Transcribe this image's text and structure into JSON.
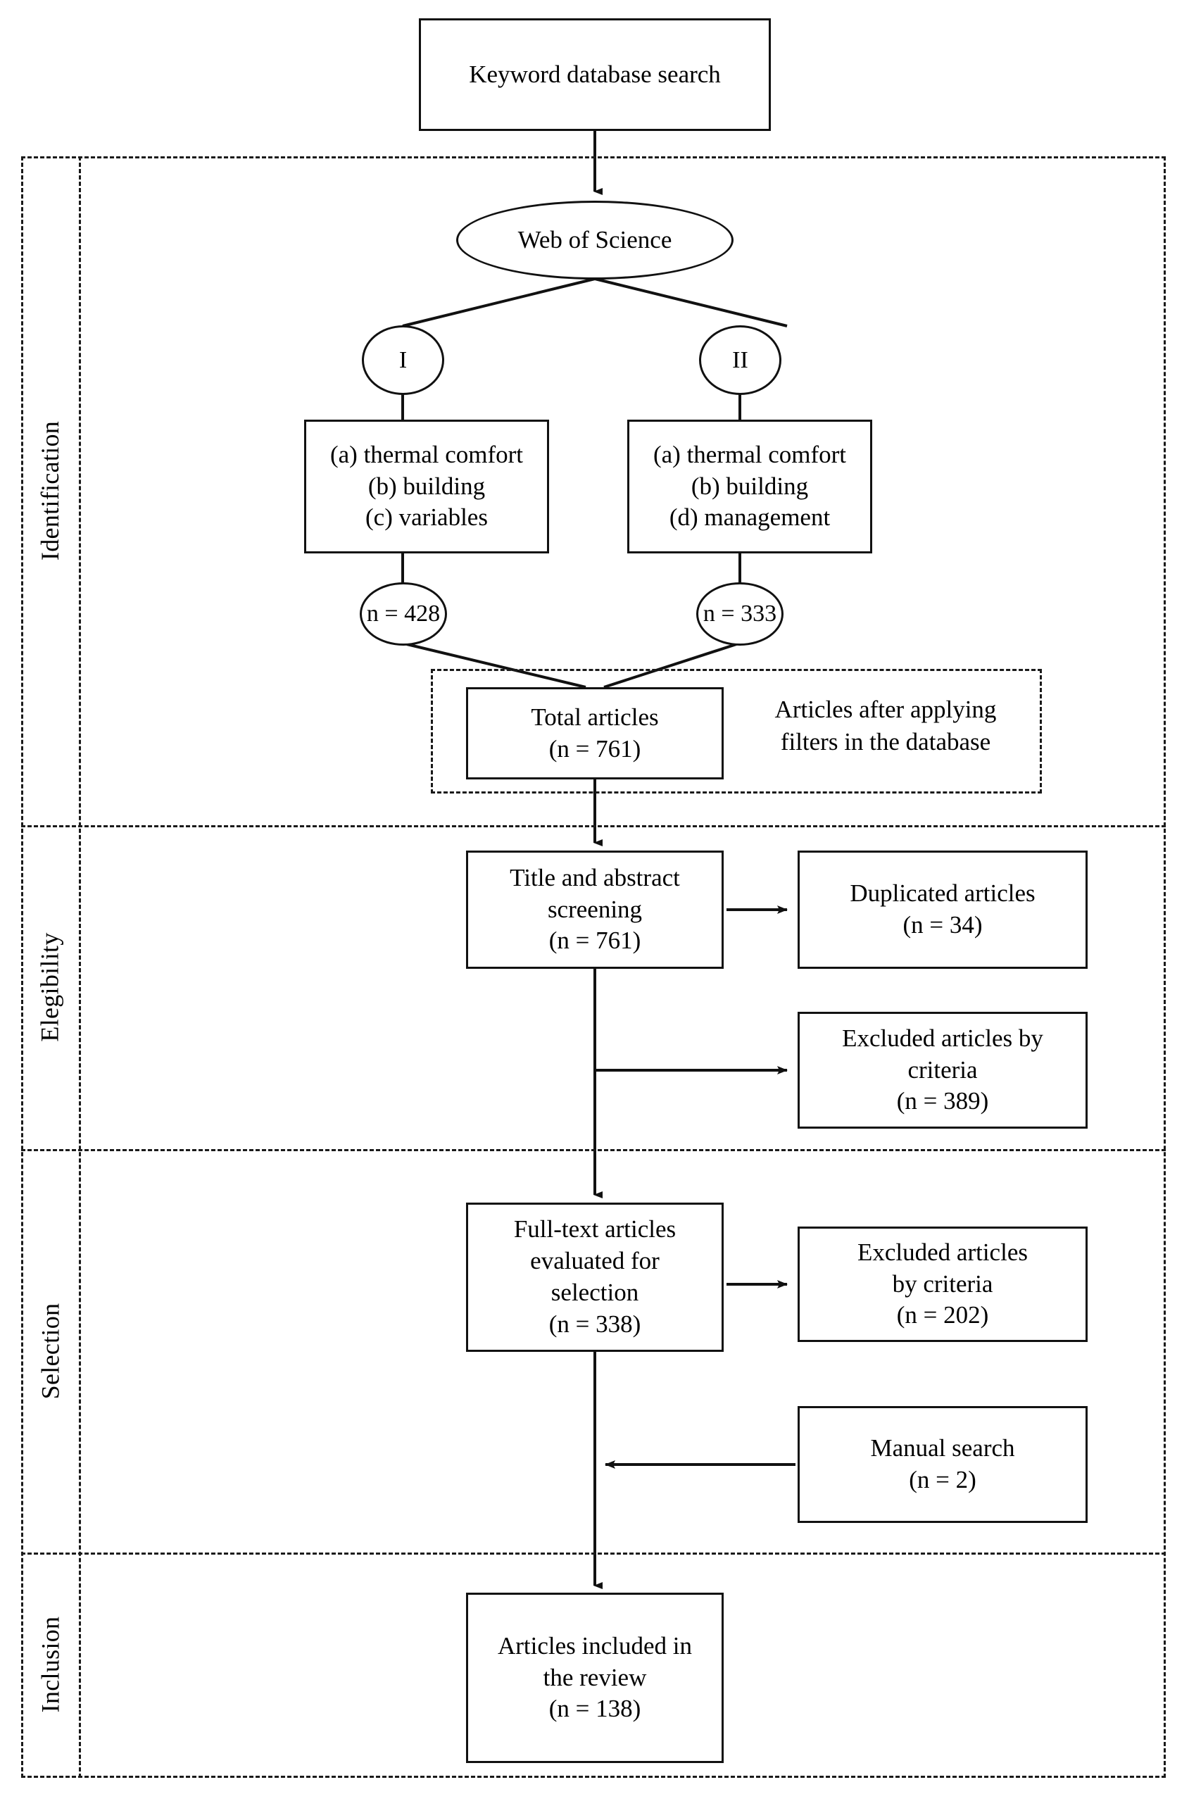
{
  "diagram": {
    "type": "prisma-flow-diagram",
    "title_text": "",
    "stages": [
      {
        "id": "identification",
        "label": "Identification"
      },
      {
        "id": "elegibility",
        "label": "Elegibility"
      },
      {
        "id": "selection",
        "label": "Selection"
      },
      {
        "id": "inclusion",
        "label": "Inclusion"
      }
    ],
    "nodes": {
      "keyword_search": {
        "lines": [
          "Keyword database search"
        ]
      },
      "web_of_science": {
        "lines": [
          "Web of Science"
        ]
      },
      "branch_one": {
        "lines": [
          "I"
        ]
      },
      "branch_two": {
        "lines": [
          "II"
        ]
      },
      "criteria_left": {
        "lines": [
          "(a) thermal comfort",
          "(b) building",
          "(c) variables"
        ]
      },
      "criteria_right": {
        "lines": [
          "(a) thermal comfort",
          "(b) building",
          "(d) management"
        ]
      },
      "count_left": {
        "lines": [
          "n = 428"
        ]
      },
      "count_right": {
        "lines": [
          "n = 333"
        ]
      },
      "total_articles": {
        "lines": [
          "Total articles",
          "(n = 761)"
        ]
      },
      "filters_note": {
        "lines": [
          "Articles after applying",
          "filters in the database"
        ]
      },
      "title_abstract_screening": {
        "lines": [
          "Title and abstract",
          "screening",
          "(n = 761)"
        ]
      },
      "duplicated_articles": {
        "lines": [
          "Duplicated articles",
          "(n = 34)"
        ]
      },
      "excluded_by_criteria_389": {
        "lines": [
          "Excluded articles by",
          "criteria",
          "(n = 389)"
        ]
      },
      "full_text_evaluated": {
        "lines": [
          "Full-text articles",
          "evaluated for",
          "selection",
          "(n = 338)"
        ]
      },
      "excluded_by_criteria_202": {
        "lines": [
          "Excluded articles",
          "by criteria",
          "(n = 202)"
        ]
      },
      "manual_search": {
        "lines": [
          "Manual search",
          "(n = 2)"
        ]
      },
      "articles_included": {
        "lines": [
          "Articles included in",
          "the review",
          "(n = 138)"
        ]
      }
    },
    "counts": {
      "query_one_results": 428,
      "query_two_results": 333,
      "total_articles": 761,
      "screened": 761,
      "duplicated": 34,
      "excluded_screening": 389,
      "full_text_evaluated": 338,
      "excluded_full_text": 202,
      "manual_search": 2,
      "included": 138
    },
    "colors": {
      "stroke": "#111111",
      "dashed_stroke": "#1a1a1a",
      "background": "#ffffff",
      "text": "#000000"
    }
  }
}
